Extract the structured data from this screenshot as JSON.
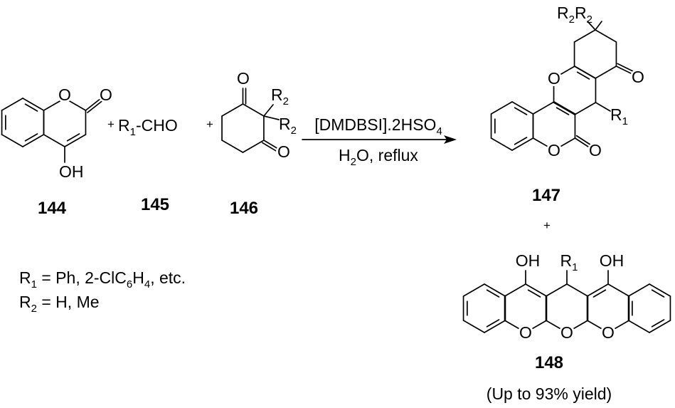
{
  "compounds": {
    "c144": {
      "number": "144",
      "O_ring": "O",
      "O_carbonyl": "O",
      "OH": "OH"
    },
    "c145": {
      "number": "145",
      "R": "R",
      "sub": "1",
      "rest": "-CHO"
    },
    "c146": {
      "number": "146",
      "O_top": "O",
      "O_bottom": "O",
      "R": "R",
      "sub": "2"
    },
    "c147": {
      "number": "147",
      "O_pyran": "O",
      "O_ketone": "O",
      "O_lactone": "O",
      "O_lactone_carbonyl": "O",
      "R": "R",
      "sub1": "1",
      "sub2": "2"
    },
    "c148": {
      "number": "148",
      "OH": "OH",
      "O": "O",
      "R": "R",
      "sub1": "1"
    }
  },
  "plus_signs": [
    "+",
    "+",
    "+"
  ],
  "conditions": {
    "catalyst_main": "[DMDBSI].2HSO",
    "catalyst_sub": "4",
    "solvent_H": "H",
    "solvent_sub": "2",
    "solvent_rest": "O, reflux"
  },
  "definitions": {
    "r1": {
      "R": "R",
      "sub": "1",
      "text1": " = Ph, 2-ClC",
      "sub_a": "6",
      "text2": "H",
      "sub_b": "4",
      "text3": ", etc."
    },
    "r2": {
      "R": "R",
      "sub": "2",
      "text1": " = H, Me"
    }
  },
  "yield_note": "(Up to 93% yield)"
}
